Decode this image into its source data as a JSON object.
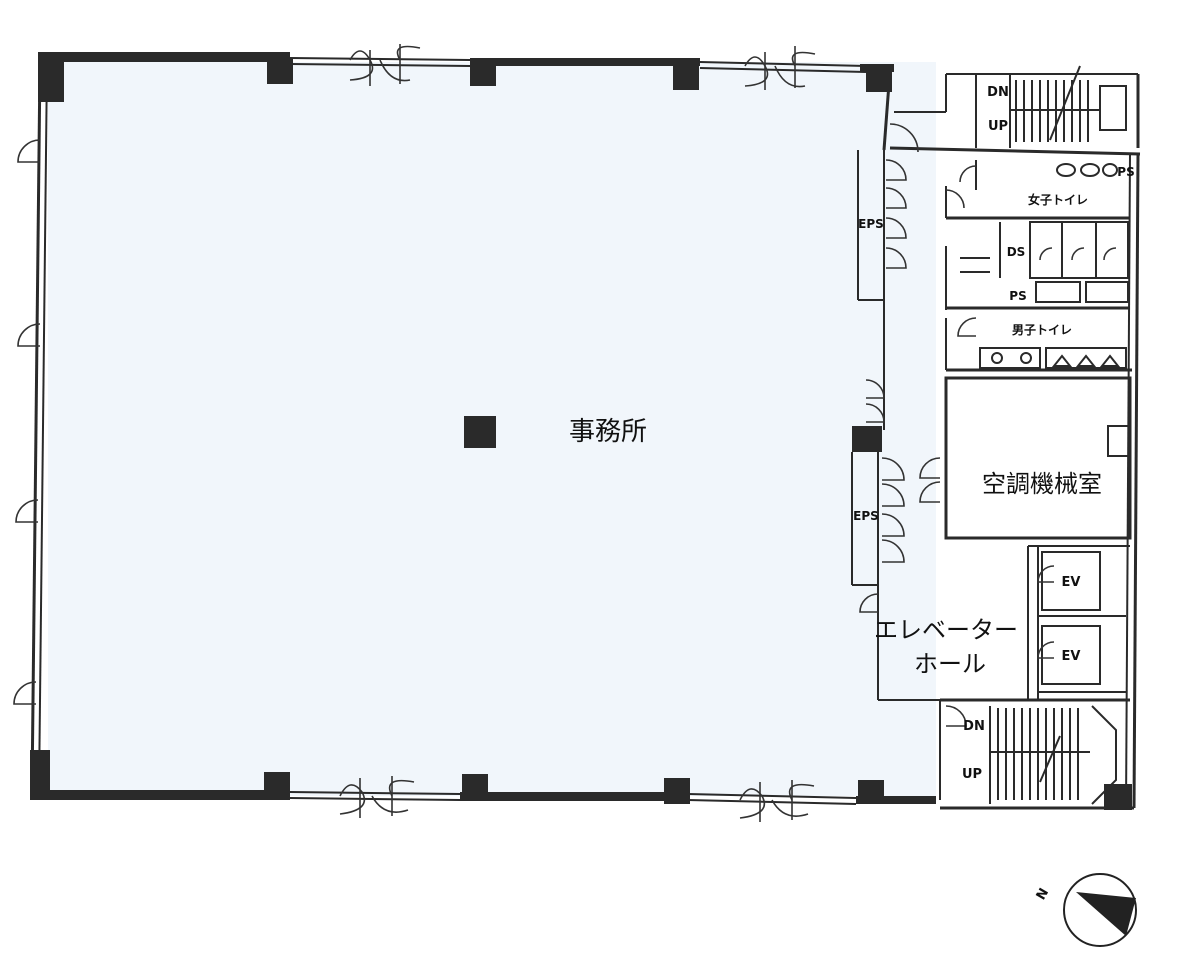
{
  "rooms": {
    "office": "事務所",
    "machine_room": "空調機械室",
    "elevator_hall_line1": "エレベーター",
    "elevator_hall_line2": "ホール",
    "womens_toilet": "女子トイレ",
    "mens_toilet": "男子トイレ",
    "ev_1": "EV",
    "ev_2": "EV",
    "eps_1": "EPS",
    "eps_2": "EPS",
    "ps_1": "PS",
    "ps_2": "PS",
    "ds": "DS"
  },
  "stairs": {
    "north_dn": "DN",
    "north_up": "UP",
    "south_dn": "DN",
    "south_up": "UP"
  },
  "compass": {
    "north_label": "N"
  },
  "colors": {
    "office_fill": "#f1f6fb",
    "wall": "#2a2a2a"
  }
}
